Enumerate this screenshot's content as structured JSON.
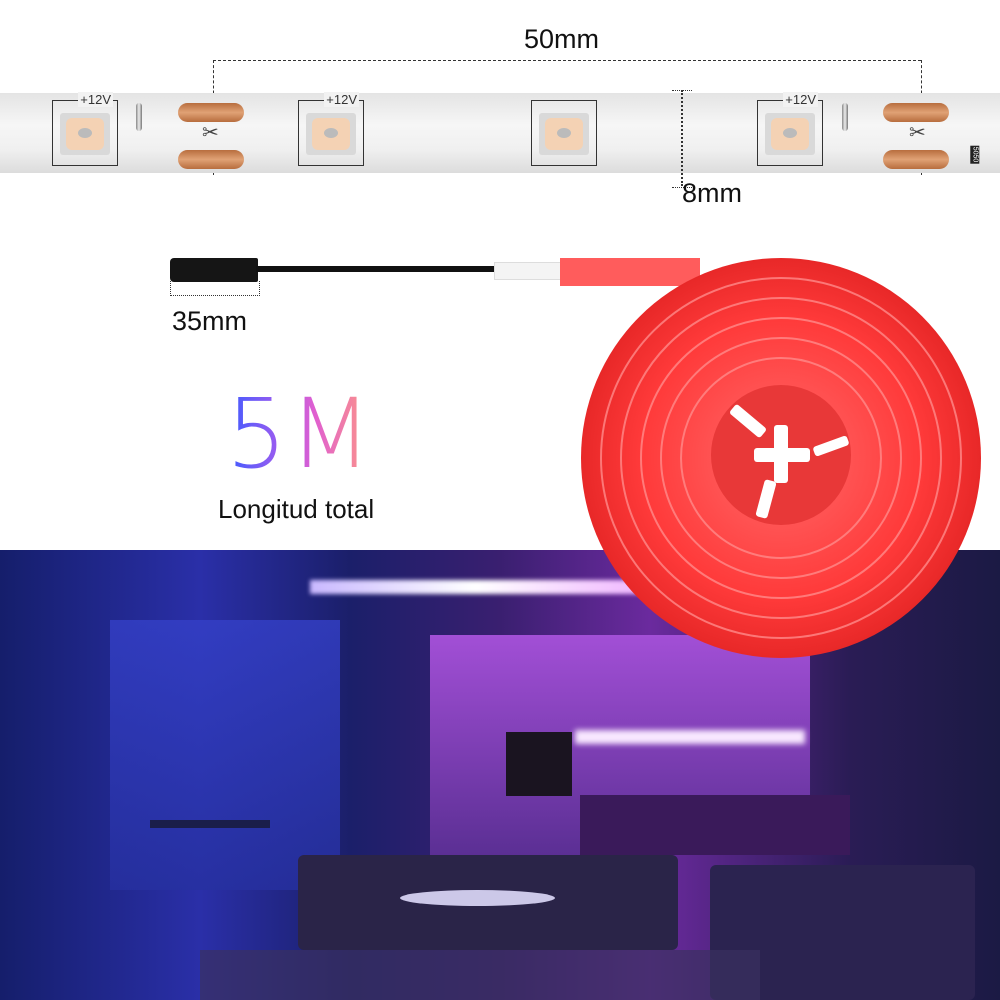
{
  "dimensions": {
    "strip_pitch": "50mm",
    "strip_width": "8mm",
    "connector_length": "35mm"
  },
  "strip": {
    "voltage_labels": [
      "+12V",
      "+12V",
      "+12V"
    ],
    "chip_marking": "5050"
  },
  "length": {
    "value": "5M",
    "caption": "Longitud total"
  },
  "colors": {
    "reel": "#ff3b3b",
    "gradient_start": "#3d5bff",
    "gradient_mid": "#e05fd0",
    "gradient_end": "#ff9a80"
  }
}
